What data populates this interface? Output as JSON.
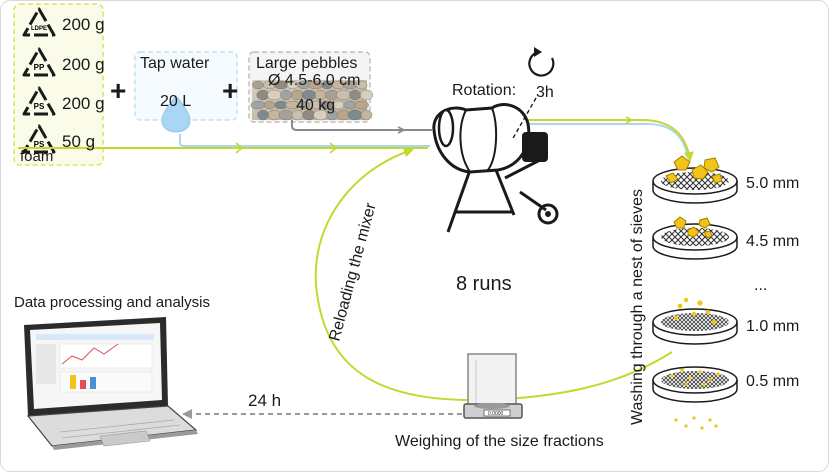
{
  "plastics": [
    {
      "code": "LDPE",
      "mass": "200 g"
    },
    {
      "code": "PP",
      "mass": "200 g"
    },
    {
      "code": "PS",
      "mass": "200 g"
    },
    {
      "code": "PS",
      "mass": "50 g"
    }
  ],
  "foam_label": "foam",
  "plus_sign": "+",
  "water": {
    "title": "Tap water",
    "amount": "20 L"
  },
  "pebbles": {
    "title": "Large pebbles",
    "size": "Ø 4.5-6.0 cm",
    "mass": "40 kg"
  },
  "rotation": {
    "label": "Rotation:",
    "time": "3h"
  },
  "runs": "8 runs",
  "reload": "Reloading the mixer",
  "washing": "Washing through a nest of sieves",
  "sieves": [
    "5.0 mm",
    "4.5 mm",
    "...",
    "1.0 mm",
    "0.5 mm"
  ],
  "weighing": "Weighing of the size fractions",
  "scale_display": "0.0000",
  "duration": "24 h",
  "analysis": "Data processing and analysis",
  "colors": {
    "plastic": "#c8d630",
    "water": "#a9d6f2",
    "pebbles": "#8a8a8a",
    "fragments": "#f2c318",
    "arrow_dashed": "#999999"
  }
}
